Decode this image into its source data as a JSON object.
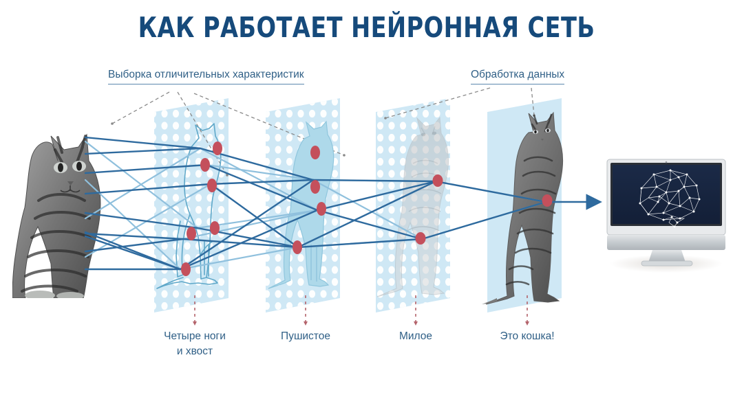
{
  "page": {
    "title": "КАК РАБОТАЕТ НЕЙРОННАЯ СЕТЬ",
    "background": "#ffffff"
  },
  "colors": {
    "title": "#164a7b",
    "label_text": "#2f5f86",
    "label_underline": "#5b87ad",
    "panel_fill": "#cfe8f5",
    "panel_dot": "#ffffff",
    "node": "#c4505c",
    "edge_dark": "#2e6a9e",
    "edge_light": "#8fc0dd",
    "leader_dash": "#8a8a8a",
    "drop_dash": "#b4636b",
    "screen_bg": "#16233d",
    "screen_wire": "#ffffff",
    "monitor_body": "#c9ced2"
  },
  "annotations": [
    {
      "id": "features",
      "text": "Выборка отличительных характеристик"
    },
    {
      "id": "processing",
      "text": "Обработка данных"
    }
  ],
  "layers": [
    {
      "index": 0,
      "label_line1": "Четыре ноги",
      "label_line2": "и хвост",
      "content": "cat-outline-sketch",
      "dotted": true,
      "node_count": 6
    },
    {
      "index": 1,
      "label_line1": "Пушистое",
      "label_line2": "",
      "content": "cat-silhouette-filled",
      "dotted": true,
      "node_count": 4
    },
    {
      "index": 2,
      "label_line1": "Милое",
      "label_line2": "",
      "content": "cat-photo-faded",
      "dotted": true,
      "node_count": 2
    },
    {
      "index": 3,
      "label_line1": "Это кошка!",
      "label_line2": "",
      "content": "cat-photo-detailed",
      "dotted": false,
      "node_count": 1
    }
  ],
  "input": {
    "name": "source-cat-photo",
    "description": "grayscale tabby cat sitting"
  },
  "output": {
    "name": "computer-monitor",
    "screen_content": "wireframe-brain-network"
  },
  "diagram_data": {
    "type": "neural-network-flow",
    "stages": 4,
    "input_label": "",
    "output_label": "",
    "flow_direction": "left-to-right"
  }
}
